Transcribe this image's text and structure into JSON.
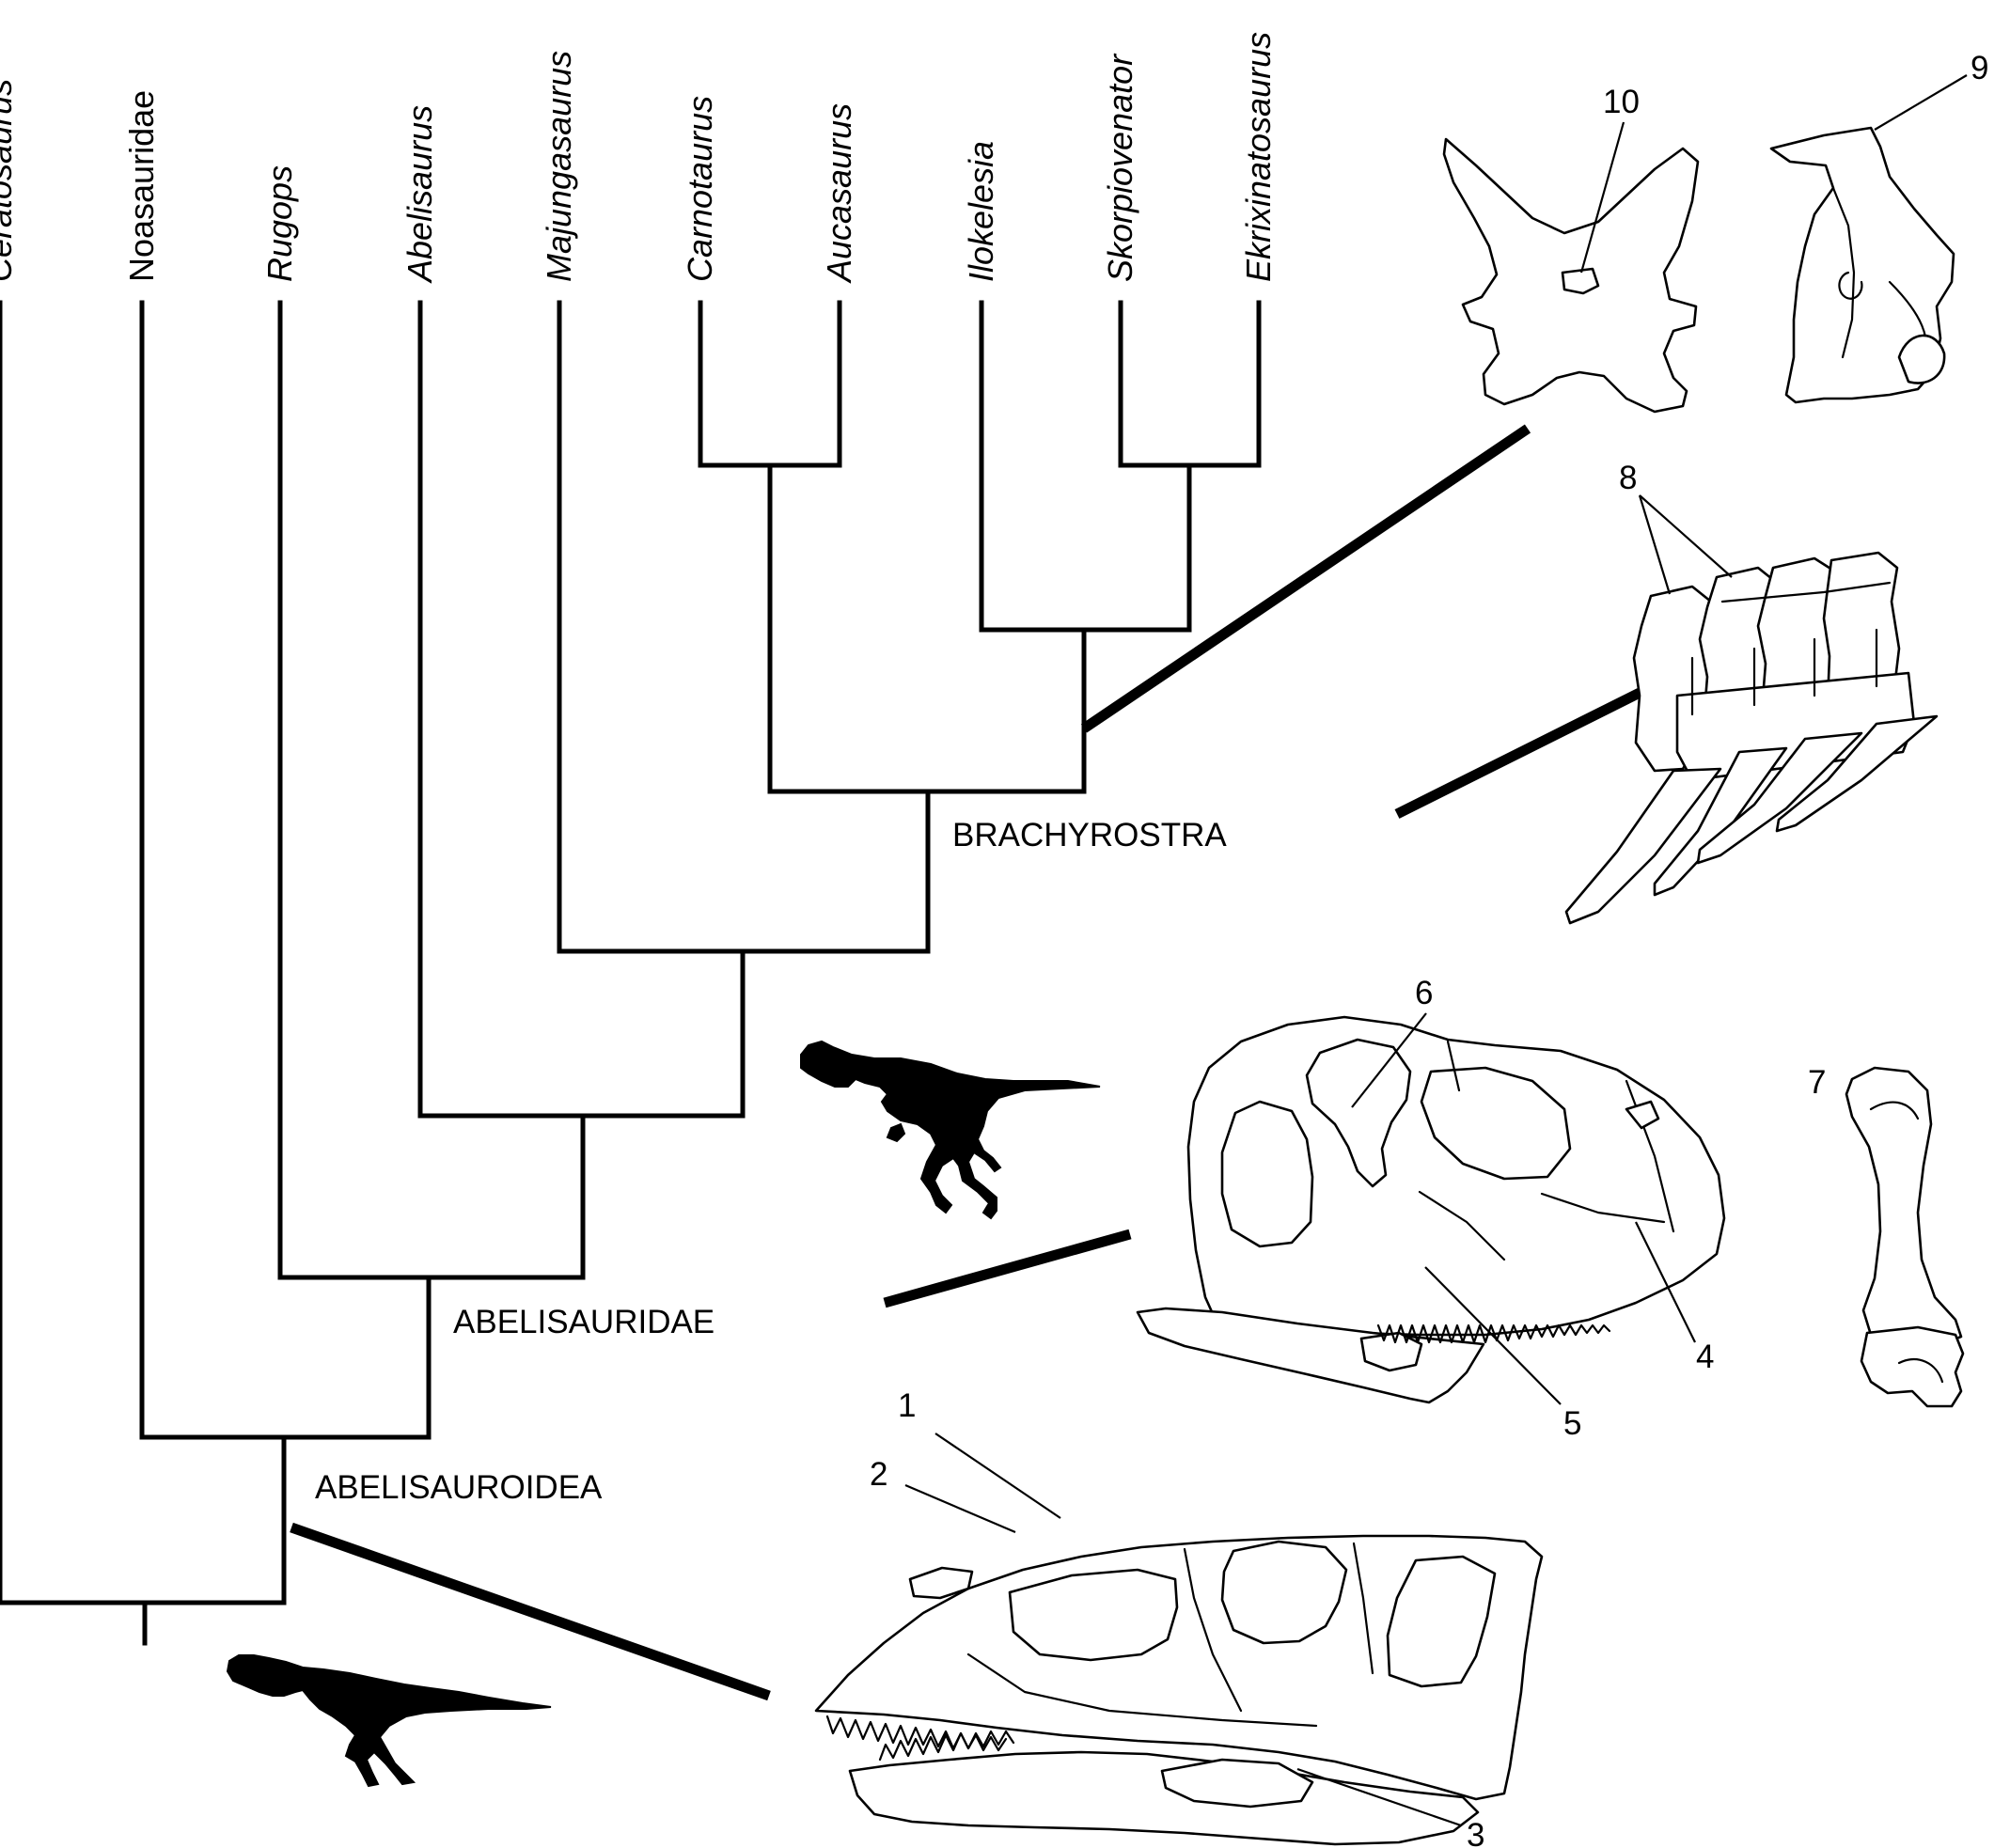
{
  "taxa": [
    {
      "label": "Ceratosaurus"
    },
    {
      "label": "Noasauridae"
    },
    {
      "label": "Rugops"
    },
    {
      "label": "Abelisaurus"
    },
    {
      "label": "Majungasaurus"
    },
    {
      "label": "Carnotaurus"
    },
    {
      "label": "Aucasaurus"
    },
    {
      "label": "Ilokelesia"
    },
    {
      "label": "Skorpiovenator"
    },
    {
      "label": "Ekrixinatosaurus"
    }
  ],
  "clades": {
    "brachyrostra": "BRACHYROSTRA",
    "abelisauridae": "ABELISAURIDAE",
    "abelisauroidea": "ABELISAUROIDEA"
  },
  "callouts": [
    "1",
    "2",
    "3",
    "4",
    "5",
    "6",
    "7",
    "8",
    "9",
    "10"
  ],
  "illustrations": {
    "silhouette_upper": "abelisaurid-silhouette",
    "silhouette_lower": "basal-abelisauroid-silhouette",
    "skull_upper": "brachyrostran-skull",
    "skull_lower": "abelisauroid-skull",
    "vertebrae": "cervical-vertebrae-with-ribs",
    "vertebra_views": "single-vertebra-views",
    "phalanx": "manual-phalanx"
  }
}
